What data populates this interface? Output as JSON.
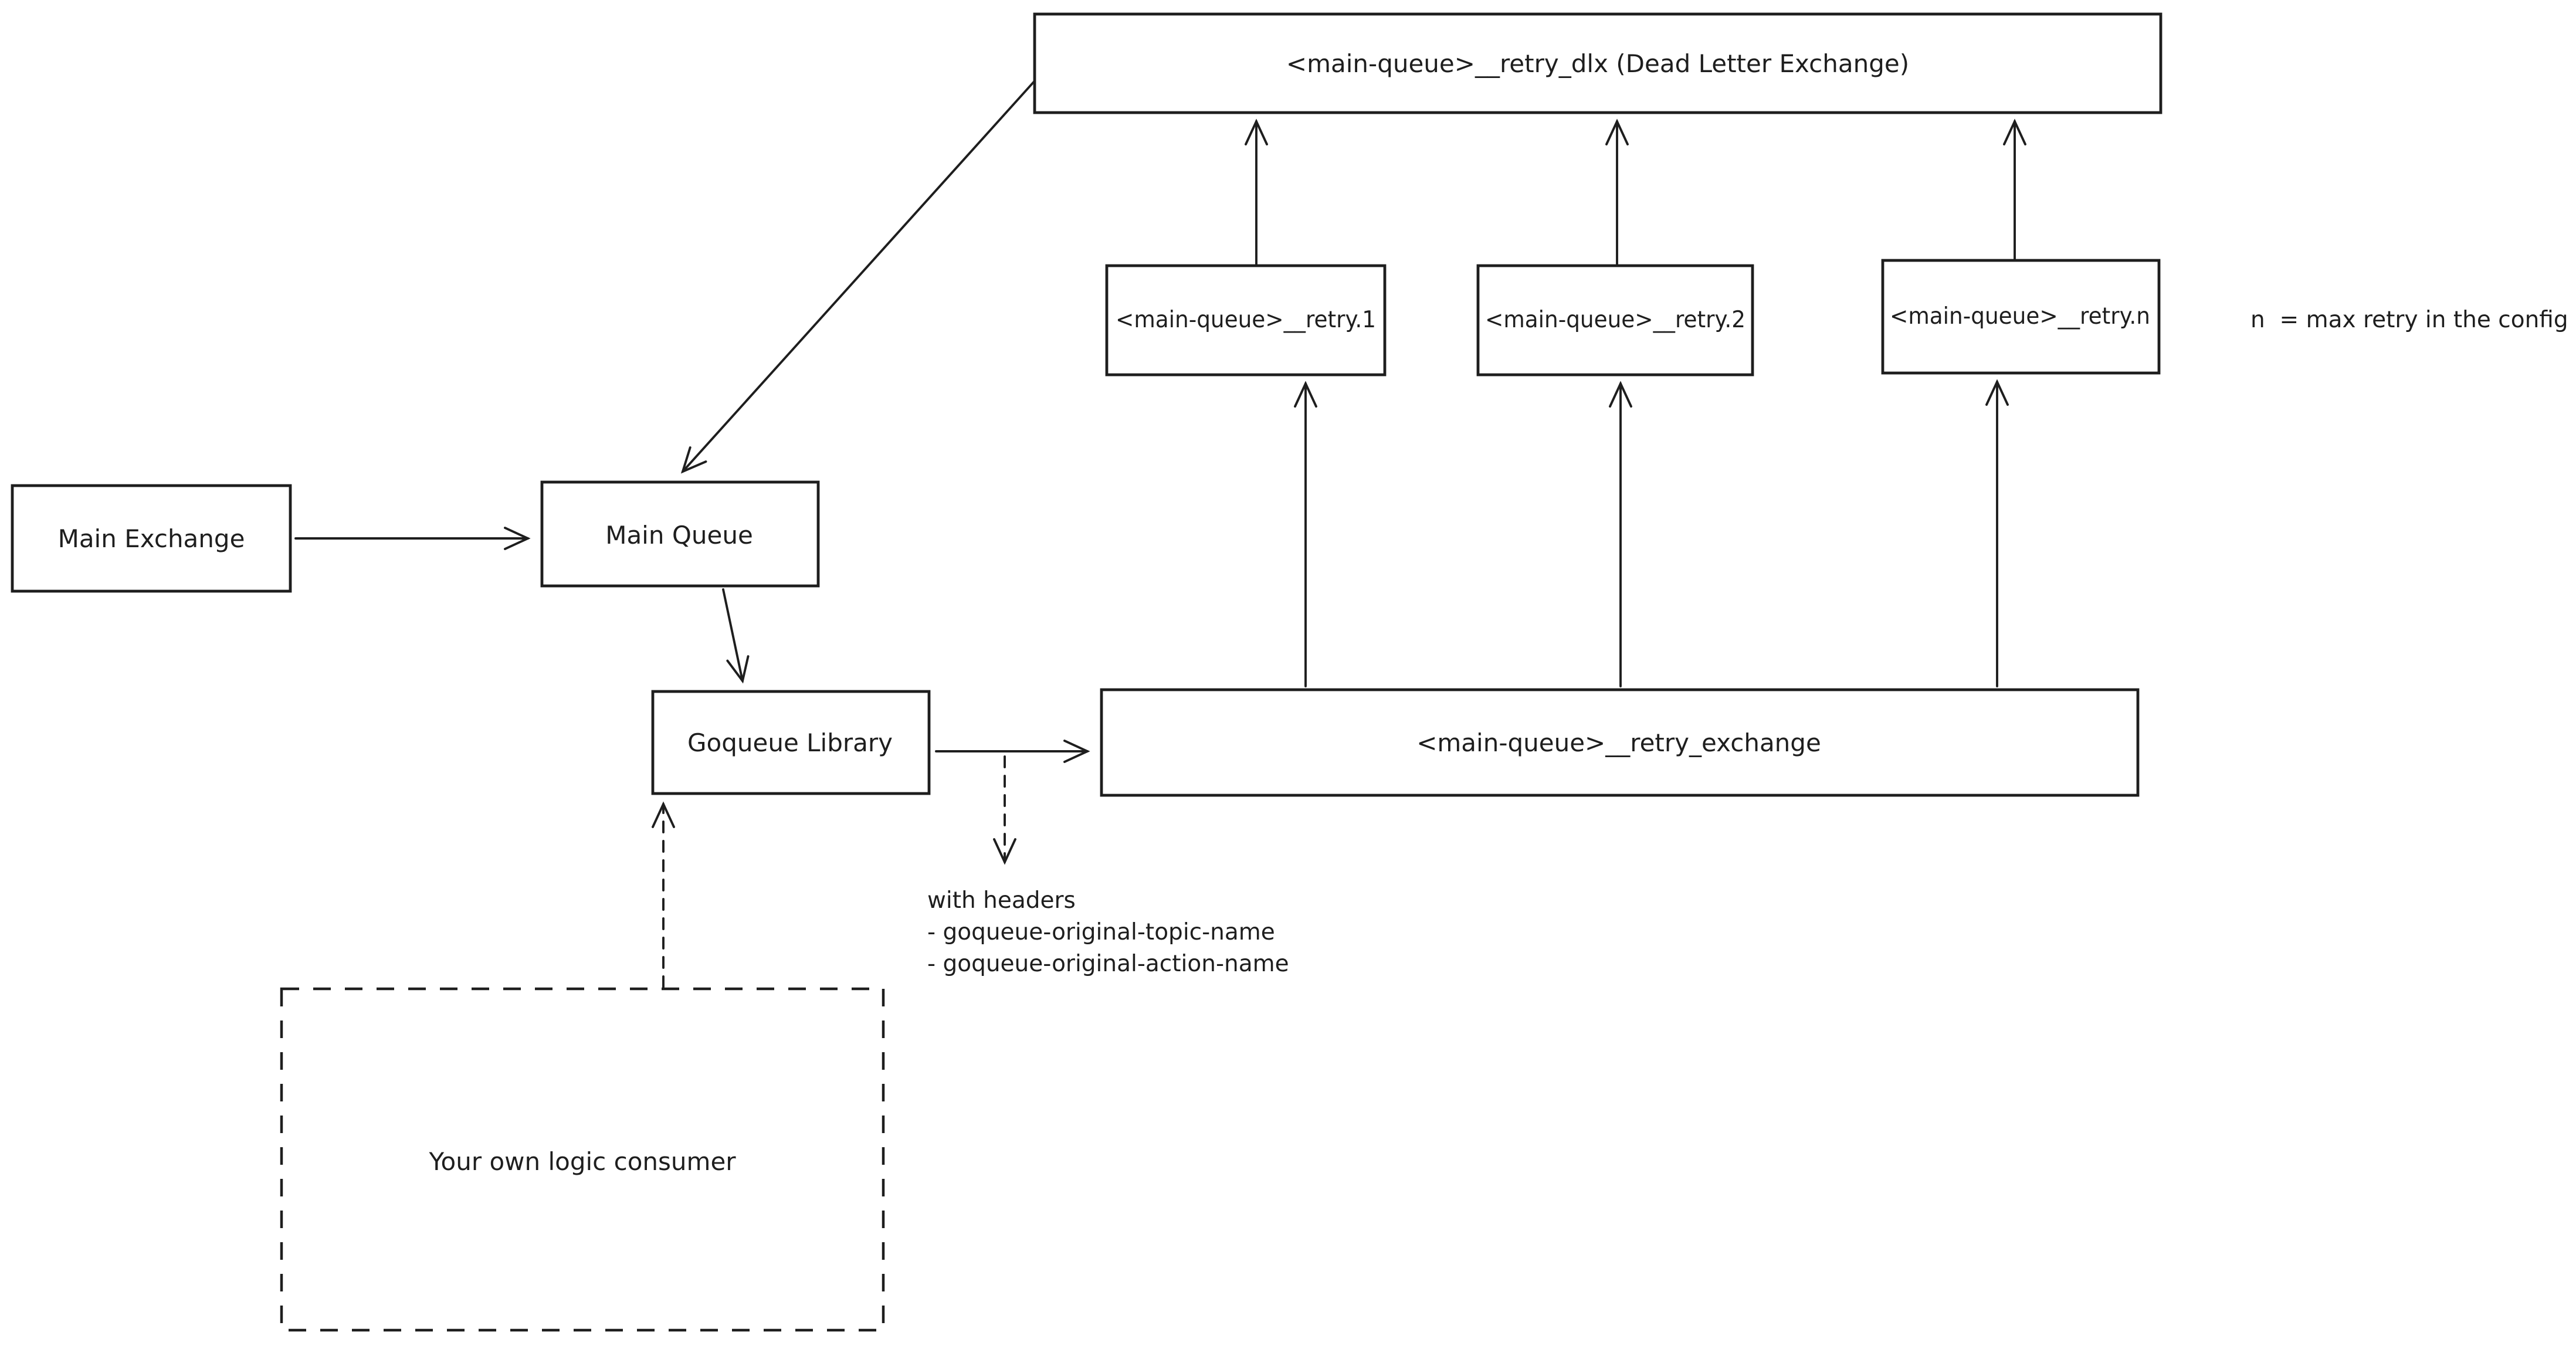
{
  "canvas": {
    "background": "#ffffff",
    "stroke_color": "#1e1e1e",
    "text_color": "#1e1e1e"
  },
  "nodes": {
    "dlx": {
      "label": "<main-queue>__retry_dlx (Dead Letter Exchange)",
      "border": "solid"
    },
    "retry_1": {
      "label": "<main-queue>__retry.1",
      "border": "solid"
    },
    "retry_2": {
      "label": "<main-queue>__retry.2",
      "border": "solid"
    },
    "retry_n": {
      "label": "<main-queue>__retry.n",
      "border": "solid"
    },
    "main_exchange": {
      "label": "Main Exchange",
      "border": "solid"
    },
    "main_queue": {
      "label": "Main Queue",
      "border": "solid"
    },
    "goqueue_library": {
      "label": "Goqueue Library",
      "border": "solid"
    },
    "retry_exchange": {
      "label": "<main-queue>__retry_exchange",
      "border": "solid"
    },
    "consumer": {
      "label": "Your own logic consumer",
      "border": "dashed"
    }
  },
  "annotations": {
    "max_retry_note": "n  = max retry in the config",
    "headers_note": {
      "lines": [
        "with headers",
        "- goqueue-original-topic-name",
        "- goqueue-original-action-name"
      ]
    }
  },
  "edges": [
    {
      "from": "main_exchange",
      "to": "main_queue",
      "style": "solid"
    },
    {
      "from": "dlx",
      "to": "main_queue",
      "style": "solid"
    },
    {
      "from": "main_queue",
      "to": "goqueue_library",
      "style": "solid"
    },
    {
      "from": "goqueue_library",
      "to": "retry_exchange",
      "style": "solid"
    },
    {
      "from": "goqueue_library",
      "to": "headers_note",
      "style": "dashed"
    },
    {
      "from": "consumer",
      "to": "goqueue_library",
      "style": "dashed"
    },
    {
      "from": "retry_exchange",
      "to": "retry_1",
      "style": "solid"
    },
    {
      "from": "retry_exchange",
      "to": "retry_2",
      "style": "solid"
    },
    {
      "from": "retry_exchange",
      "to": "retry_n",
      "style": "solid"
    },
    {
      "from": "retry_1",
      "to": "dlx",
      "style": "solid"
    },
    {
      "from": "retry_2",
      "to": "dlx",
      "style": "solid"
    },
    {
      "from": "retry_n",
      "to": "dlx",
      "style": "solid"
    }
  ]
}
